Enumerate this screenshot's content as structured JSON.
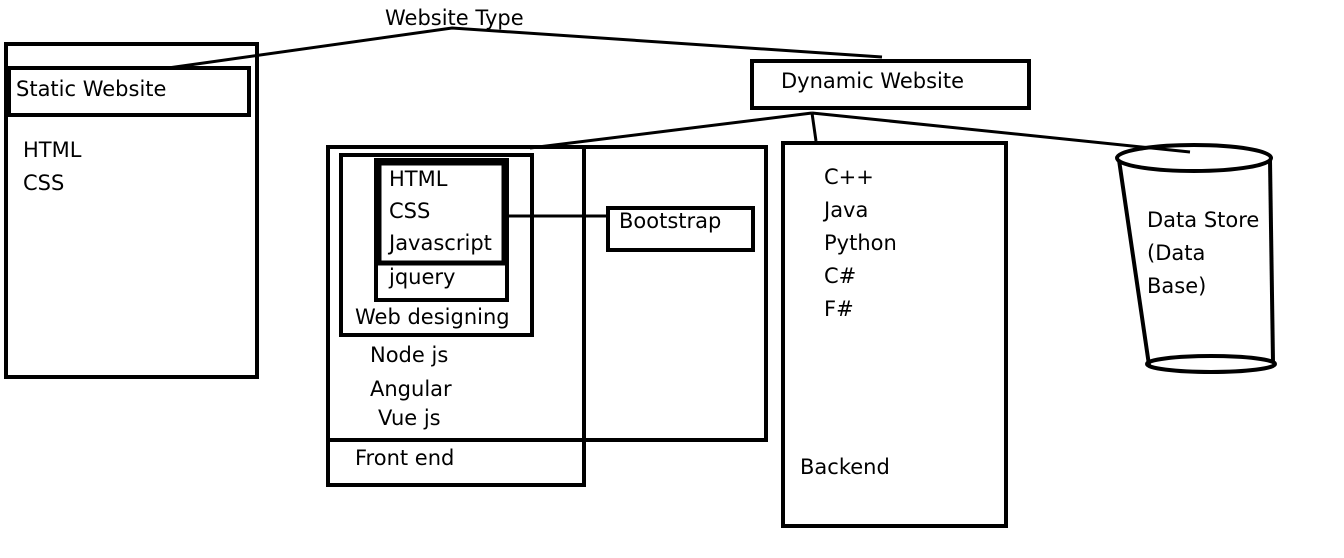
{
  "diagram": {
    "title": "Website Type",
    "static": {
      "title": "Static Website",
      "items": [
        "HTML",
        "CSS"
      ]
    },
    "dynamic": {
      "title": "Dynamic Website"
    },
    "frontend": {
      "label": "Front end",
      "web_designing": {
        "label": "Web designing",
        "core": [
          "HTML",
          "CSS",
          "Javascript"
        ],
        "extra": "jquery"
      },
      "frameworks": [
        "Node js",
        "Angular",
        "Vue js"
      ],
      "bootstrap": "Bootstrap"
    },
    "backend": {
      "label": "Backend",
      "items": [
        "C++",
        "Java",
        "Python",
        "C#",
        "F#"
      ]
    },
    "datastore": {
      "lines": [
        "Data Store",
        "(Data",
        "Base)"
      ]
    }
  },
  "colors": {
    "stroke": "#000000",
    "background": "#ffffff",
    "text": "#000000"
  }
}
